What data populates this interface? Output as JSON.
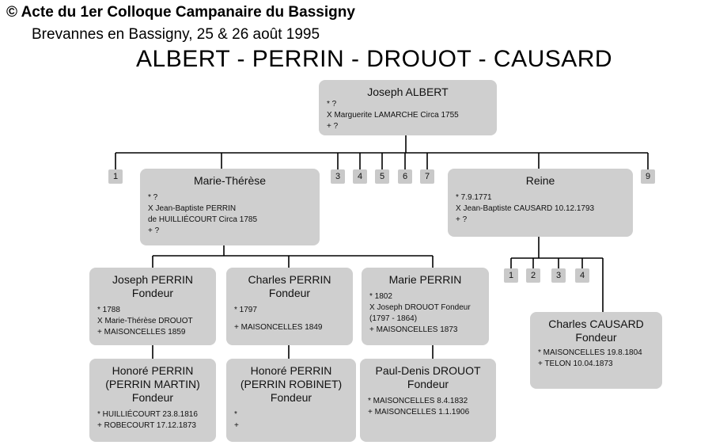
{
  "header": {
    "line1": "© Acte du 1er Colloque Campanaire du Bassigny",
    "line2": "Brevannes en Bassigny, 25 & 26 août 1995",
    "title": "ALBERT - PERRIN - DROUOT - CAUSARD"
  },
  "nodes": {
    "joseph_albert": {
      "name": "Joseph ALBERT",
      "role": "",
      "details": [
        "* ?",
        "X Marguerite LAMARCHE Circa 1755",
        "+ ?"
      ]
    },
    "marie_therese": {
      "name": "Marie-Thérèse",
      "role": "",
      "details": [
        "* ?",
        "X Jean-Baptiste PERRIN",
        "de HUILLIÉCOURT Circa 1785",
        "+ ?"
      ]
    },
    "reine": {
      "name": "Reine",
      "role": "",
      "details": [
        "* 7.9.1771",
        "X Jean-Baptiste CAUSARD 10.12.1793",
        "+ ?"
      ]
    },
    "joseph_perrin": {
      "name": "Joseph PERRIN",
      "role": "Fondeur",
      "details": [
        "* 1788",
        "X Marie-Thérèse DROUOT",
        "+ MAISONCELLES 1859"
      ]
    },
    "charles_perrin": {
      "name": "Charles PERRIN",
      "role": "Fondeur",
      "details": [
        "* 1797",
        "+ MAISONCELLES 1849"
      ]
    },
    "marie_perrin": {
      "name": "Marie PERRIN",
      "role": "",
      "details": [
        "* 1802",
        "X Joseph DROUOT Fondeur",
        "(1797 - 1864)",
        "+ MAISONCELLES 1873"
      ]
    },
    "honore_perrin_martin": {
      "name": "Honoré PERRIN\n(PERRIN MARTIN)",
      "role": "Fondeur",
      "details": [
        "* HUILLIÉCOURT 23.8.1816",
        "+ ROBECOURT 17.12.1873"
      ]
    },
    "honore_perrin_robinet": {
      "name": "Honoré PERRIN\n(PERRIN ROBINET)",
      "role": "Fondeur",
      "details": [
        "*",
        "+"
      ]
    },
    "paul_denis_drouot": {
      "name": "Paul-Denis DROUOT",
      "role": "Fondeur",
      "details": [
        "* MAISONCELLES 8.4.1832",
        "+ MAISONCELLES 1.1.1906"
      ]
    },
    "charles_causard": {
      "name": "Charles CAUSARD",
      "role": "Fondeur",
      "details": [
        "* MAISONCELLES 19.8.1804",
        "+ TELON 10.04.1873"
      ]
    }
  },
  "albert_children_numbers": [
    "1",
    "3",
    "4",
    "5",
    "6",
    "7",
    "9"
  ],
  "reine_children_numbers": [
    "1",
    "2",
    "3",
    "4"
  ]
}
